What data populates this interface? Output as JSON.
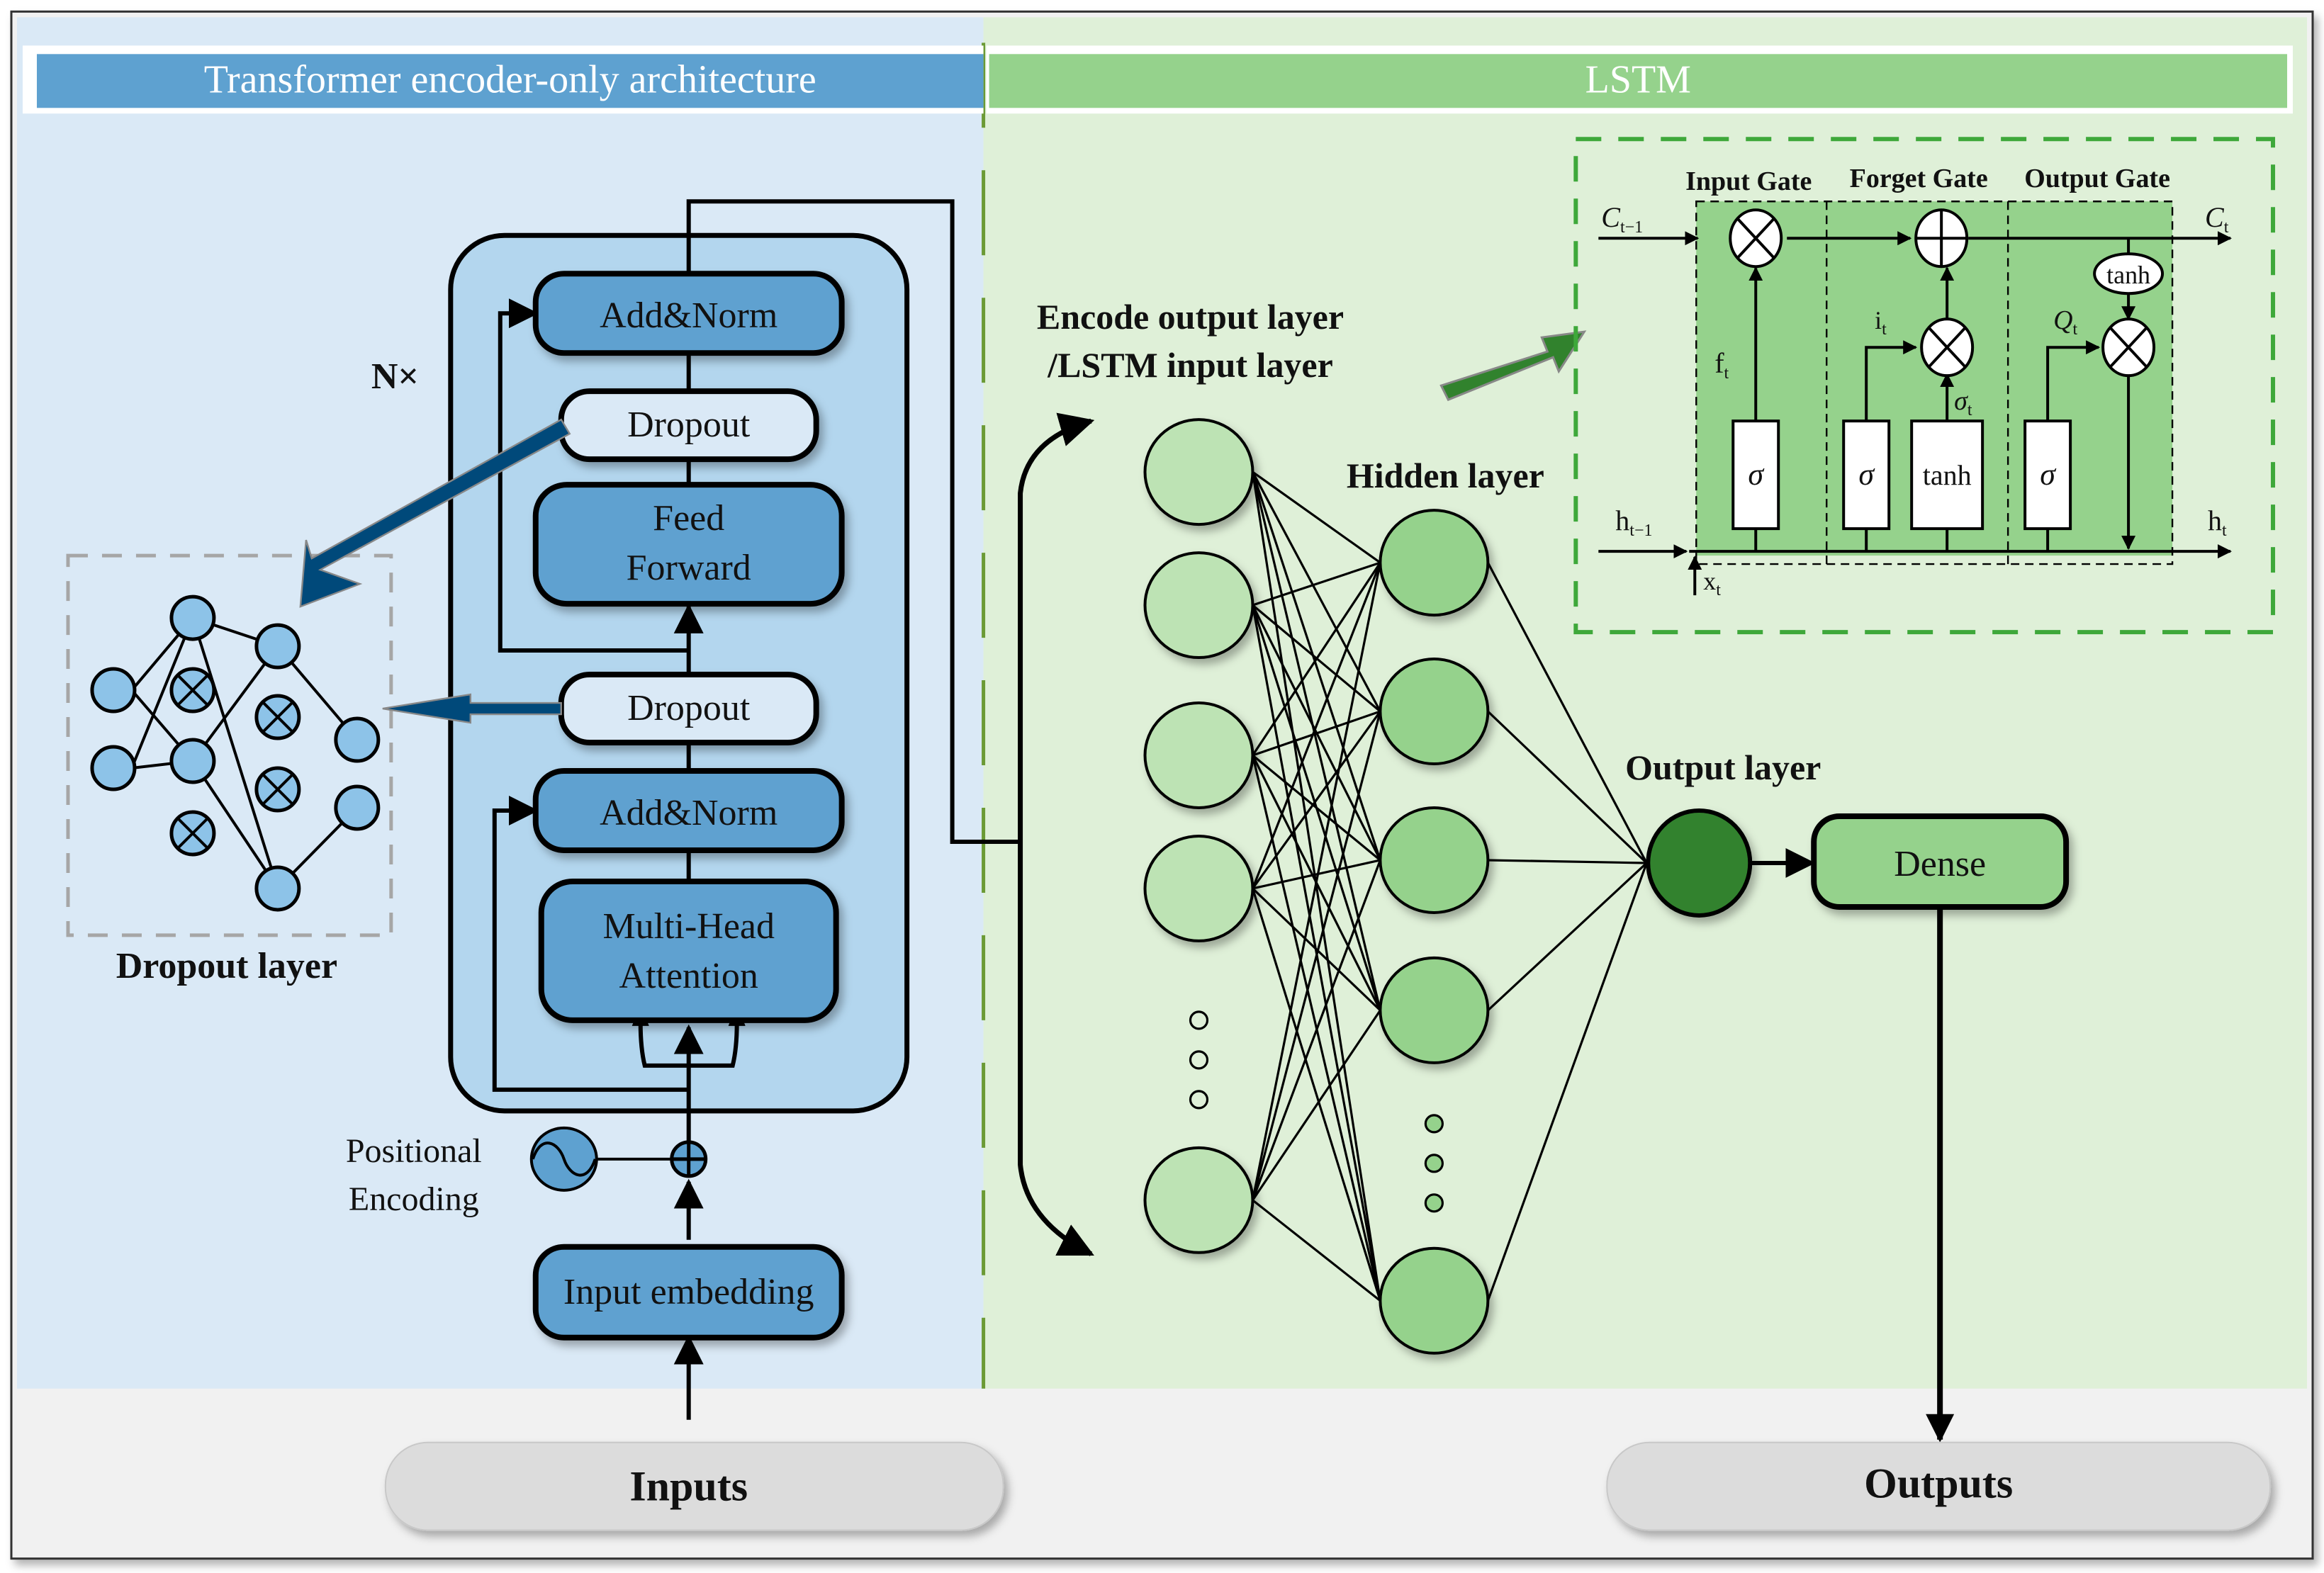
{
  "figure": {
    "title_left": "Transformer encoder-only architecture",
    "title_right": "LSTM"
  },
  "colors": {
    "transformer_bg": "#dae9f6",
    "transformer_header": "#5ea1d0",
    "encoder_block_bg": "#b3d6ee",
    "transformer_box": "#5ea1d0",
    "dropout_box": "#dae9f6",
    "neuron_blue": "#8dc3e8",
    "blue_arrow": "#00497a",
    "lstm_bg": "#dff0d8",
    "lstm_header": "#95d28c",
    "lstm_cell_bg": "#95d28c",
    "lstm_dashed": "#3ea83a",
    "input_neuron": "#bde3b4",
    "hidden_neuron": "#95d28c",
    "output_neuron": "#31822d",
    "green_arrow": "#31822d",
    "footer_bg": "#f1f1f1",
    "pill_bg": "#dcdcdc"
  },
  "transformer": {
    "repeat_label": "N×",
    "blocks": {
      "add_norm_top": "Add&Norm",
      "dropout_top": "Dropout",
      "feed_forward": [
        "Feed",
        "Forward"
      ],
      "dropout_bottom": "Dropout",
      "add_norm_bottom": "Add&Norm",
      "multi_head_attention": [
        "Multi-Head",
        "Attention"
      ],
      "input_embedding": "Input embedding"
    },
    "positional_encoding": [
      "Positional",
      "Encoding"
    ],
    "dropout_layer_label": "Dropout layer"
  },
  "lstm": {
    "encode_output_label": [
      "Encode output layer",
      "/LSTM input layer"
    ],
    "hidden_layer_label": "Hidden layer",
    "output_layer_label": "Output layer",
    "dense_label": "Dense",
    "cell": {
      "gates": [
        "Input Gate",
        "Forget Gate",
        "Output Gate"
      ],
      "c_prev": "C",
      "c_prev_sub": "t−1",
      "c_next": "C",
      "c_next_sub": "t",
      "h_prev": "h",
      "h_prev_sub": "t−1",
      "h_next": "h",
      "h_next_sub": "t",
      "x_in": "x",
      "x_in_sub": "t",
      "f": "f",
      "f_sub": "t",
      "i": "i",
      "i_sub": "t",
      "sigma_t": "σ",
      "sigma_t_sub": "t",
      "q": "Q",
      "q_sub": "t",
      "sigma": "σ",
      "tanh_box": "tanh",
      "tanh_ellipse": "tanh"
    }
  },
  "io": {
    "inputs_label": "Inputs",
    "outputs_label": "Outputs"
  }
}
